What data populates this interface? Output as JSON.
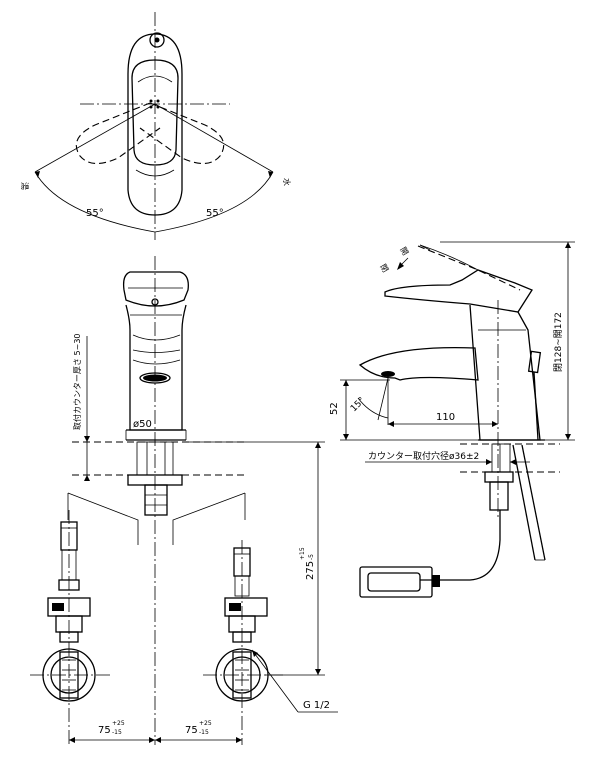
{
  "top_view": {
    "label_left": "湯",
    "label_right": "水",
    "angle_left": "55°",
    "angle_right": "55°"
  },
  "front_view": {
    "counter_thickness": "取付カウンター厚さ 5~30",
    "body_diameter": "ø50",
    "height_main": "275",
    "height_tol_plus": "+15",
    "height_tol_minus": "-5",
    "thread": "G 1/2",
    "spacing_left": "75",
    "spacing_left_tol_plus": "+25",
    "spacing_left_tol_minus": "-15",
    "spacing_right": "75",
    "spacing_right_tol_plus": "+25",
    "spacing_right_tol_minus": "-15"
  },
  "side_view": {
    "open_label": "開",
    "close_label": "閉",
    "lever_height": "閉128~開172",
    "spout_height": "52",
    "spout_angle": "15°",
    "spout_reach": "110",
    "mount_hole": "カウンター取付穴径ø36±2"
  }
}
